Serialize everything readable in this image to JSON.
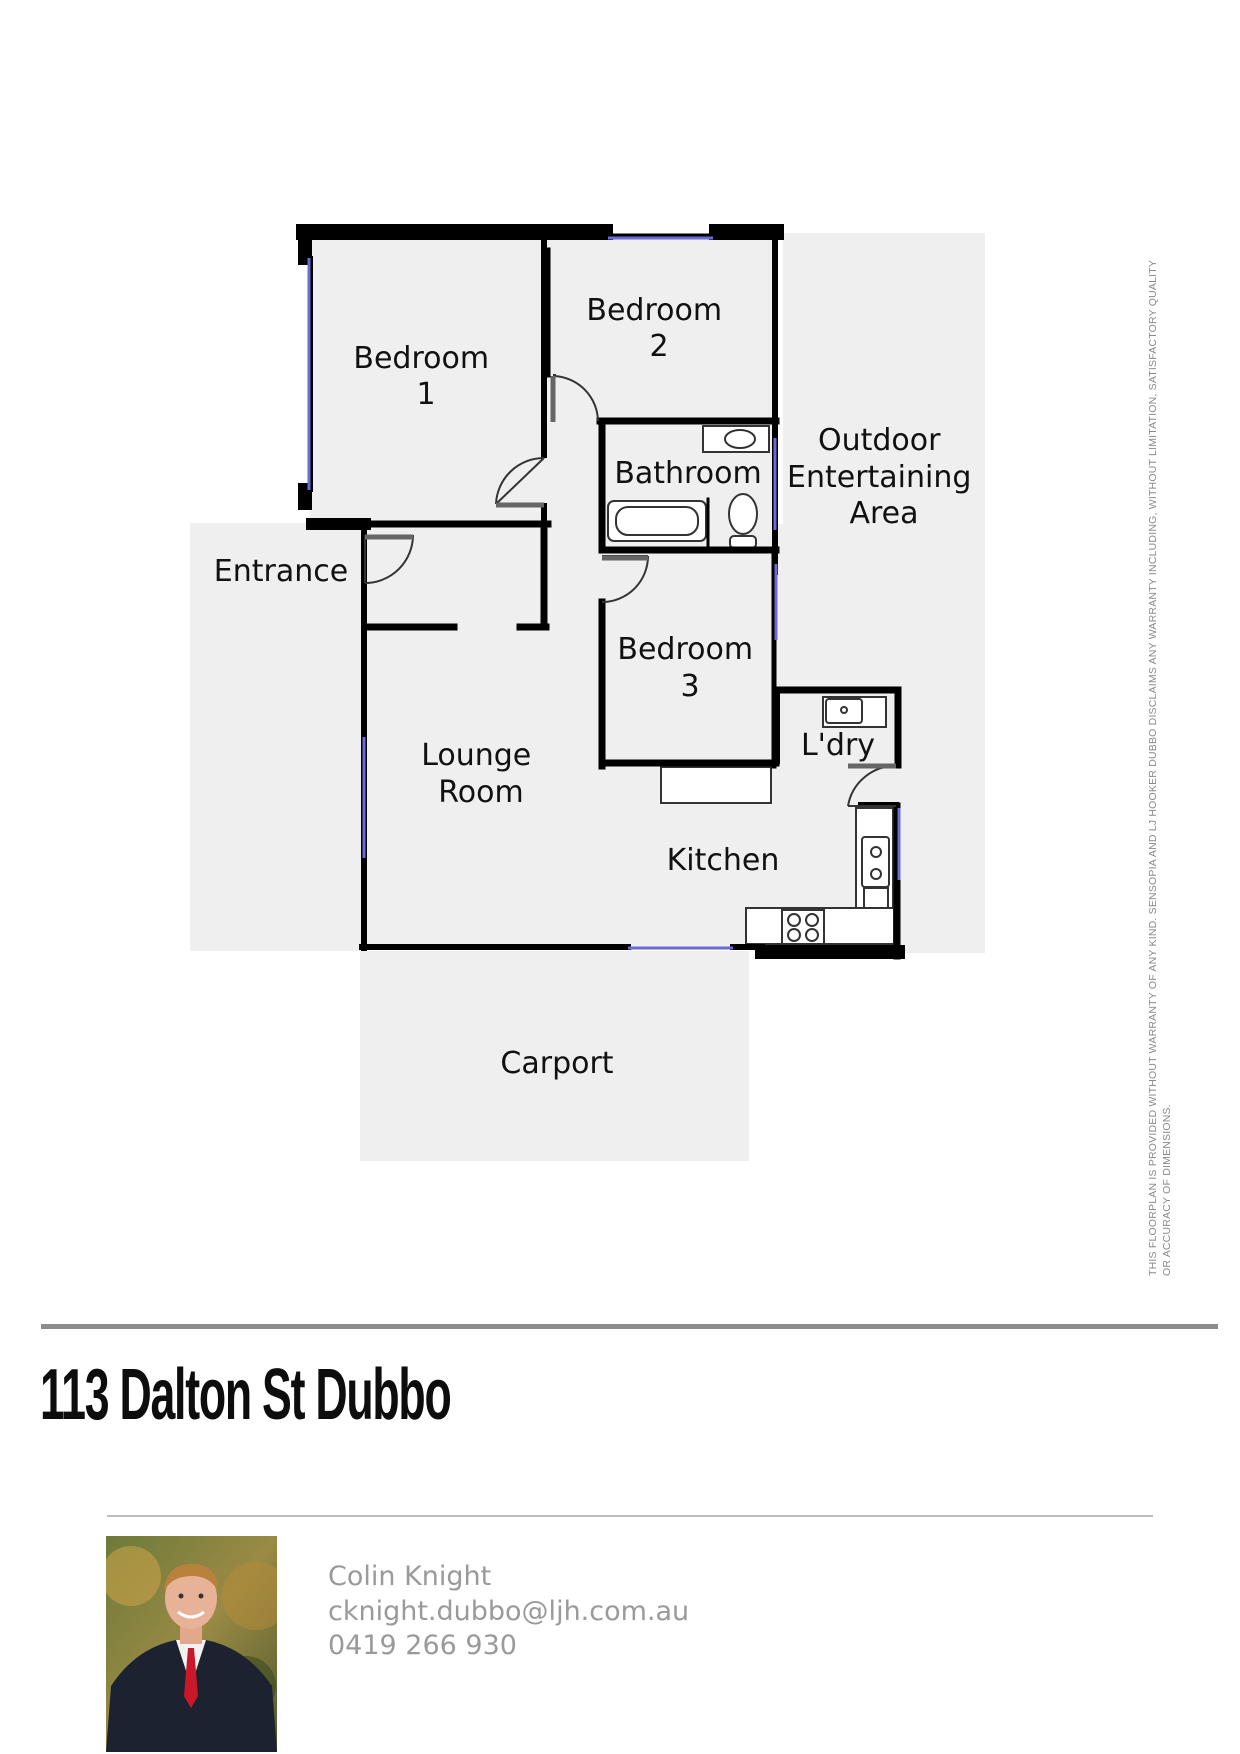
{
  "rooms": {
    "bedroom1": [
      "Bedroom",
      "1"
    ],
    "bedroom2": [
      "Bedroom",
      "2"
    ],
    "bathroom": "Bathroom",
    "outdoor": [
      "Outdoor",
      "Entertaining",
      "Area"
    ],
    "entrance": "Entrance",
    "bedroom3": [
      "Bedroom",
      "3"
    ],
    "laundry": "L'dry",
    "lounge": [
      "Lounge",
      "Room"
    ],
    "kitchen": "Kitchen",
    "carport": "Carport"
  },
  "disclaimer": {
    "line1": "THIS FLOORPLAN IS PROVIDED WITHOUT WARRANTY OF ANY KIND. SENSOPIA AND LJ HOOKER DUBBO DISCLAIMS ANY WARRANTY INCLUDING, WITHOUT LIMITATION, SATISFACTORY QUALITY",
    "line2": "OR ACCURACY OF DIMENSIONS."
  },
  "property": {
    "address": "113 Dalton St Dubbo"
  },
  "agent": {
    "name": "Colin Knight",
    "email": "cknight.dubbo@ljh.com.au",
    "phone": "0419 266 930"
  },
  "colors": {
    "wall": "#000000",
    "floor": "#efefef",
    "window": "#6a6ad8",
    "agent_text": "#9a9a9a"
  }
}
